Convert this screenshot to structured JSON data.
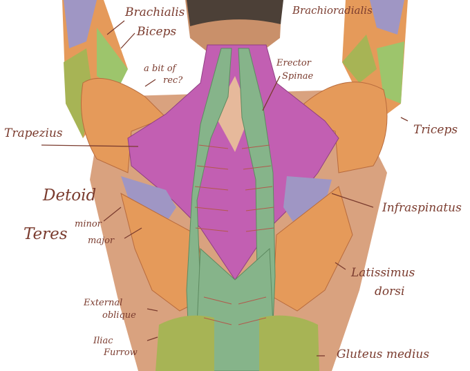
{
  "labels": {
    "brachialis": "Brachialis",
    "biceps": "Biceps",
    "brachioradialis": "Brachioradialis",
    "abit_of_rec": "a bit of",
    "abit_of_rec_2": "rec?",
    "erector": "Erector",
    "spinae": "Spinae",
    "trapezius": "Trapezius",
    "triceps": "Triceps",
    "detoid": "Detoid",
    "teres": "Teres",
    "minor": "minor",
    "major": "major",
    "infraspinatus": "Infraspinatus",
    "latissimus": "Latissimus",
    "dorsi": "dorsi",
    "external": "External",
    "oblique": "oblique",
    "iliac": "Iliac",
    "furrow": "Furrow",
    "gluteus_medius": "Gluteus medius"
  },
  "colors": {
    "ink": "#7a3b2e",
    "skin": "#d9a27f",
    "trapezius": "#c25fb2",
    "erector": "#86b48a",
    "orange": "#e59a5a",
    "lilac": "#9f96c4",
    "light_green": "#9dc56c",
    "olive": "#a7b455",
    "hair": "#4c4037"
  }
}
